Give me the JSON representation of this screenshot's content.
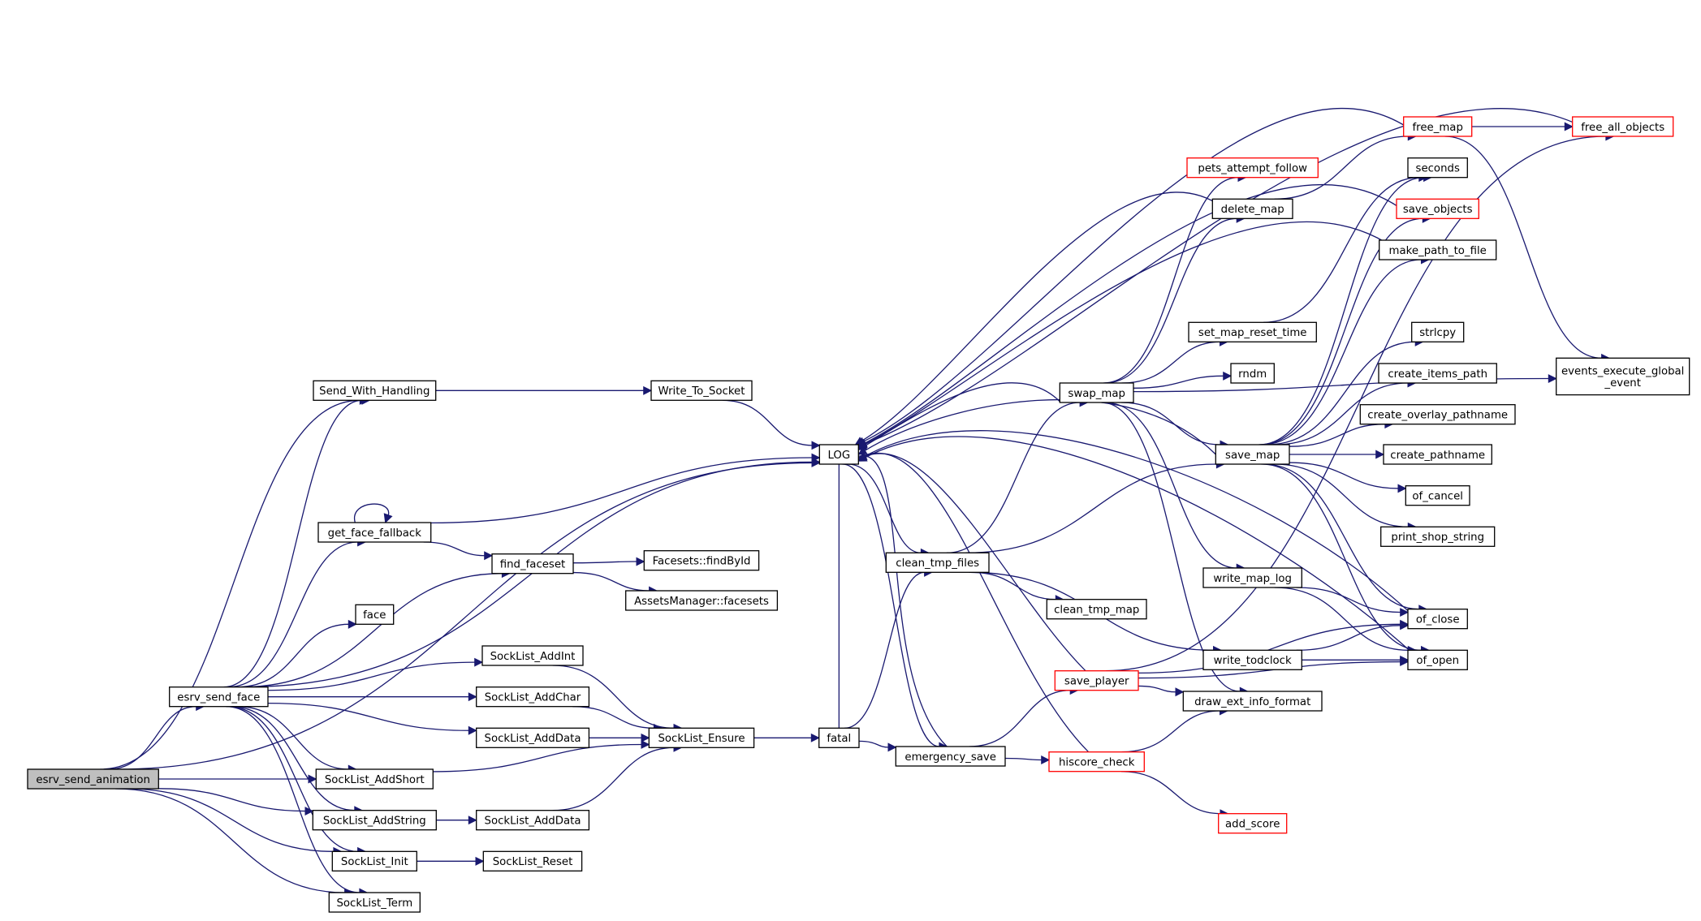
{
  "colors": {
    "edge": "#191970",
    "node_border": "#000000",
    "node_border_truncated": "#ff0000",
    "root_fill": "#bfbfbf",
    "node_fill": "#ffffff"
  },
  "nodes": [
    {
      "id": "esrv_send_animation",
      "label": "esrv_send_animation",
      "style": "root"
    },
    {
      "id": "esrv_send_face",
      "label": "esrv_send_face",
      "style": "normal"
    },
    {
      "id": "send_with_handling",
      "label": "Send_With_Handling",
      "style": "normal"
    },
    {
      "id": "write_to_socket",
      "label": "Write_To_Socket",
      "style": "normal"
    },
    {
      "id": "log",
      "label": "LOG",
      "style": "normal"
    },
    {
      "id": "get_face_fallback",
      "label": "get_face_fallback",
      "style": "normal"
    },
    {
      "id": "find_faceset",
      "label": "find_faceset",
      "style": "normal"
    },
    {
      "id": "facesets_findbyid",
      "label": "Facesets::findById",
      "style": "normal"
    },
    {
      "id": "assetsmanager_facesets",
      "label": "AssetsManager::facesets",
      "style": "normal"
    },
    {
      "id": "face",
      "label": "face",
      "style": "normal"
    },
    {
      "id": "socklist_addint",
      "label": "SockList_AddInt",
      "style": "normal"
    },
    {
      "id": "socklist_addchar",
      "label": "SockList_AddChar",
      "style": "normal"
    },
    {
      "id": "socklist_adddata_1",
      "label": "SockList_AddData",
      "style": "normal"
    },
    {
      "id": "socklist_addshort",
      "label": "SockList_AddShort",
      "style": "normal"
    },
    {
      "id": "socklist_addstring",
      "label": "SockList_AddString",
      "style": "normal"
    },
    {
      "id": "socklist_adddata_2",
      "label": "SockList_AddData",
      "style": "normal"
    },
    {
      "id": "socklist_init",
      "label": "SockList_Init",
      "style": "normal"
    },
    {
      "id": "socklist_reset",
      "label": "SockList_Reset",
      "style": "normal"
    },
    {
      "id": "socklist_term",
      "label": "SockList_Term",
      "style": "normal"
    },
    {
      "id": "socklist_ensure",
      "label": "SockList_Ensure",
      "style": "normal"
    },
    {
      "id": "fatal",
      "label": "fatal",
      "style": "normal"
    },
    {
      "id": "clean_tmp_files",
      "label": "clean_tmp_files",
      "style": "normal"
    },
    {
      "id": "emergency_save",
      "label": "emergency_save",
      "style": "normal"
    },
    {
      "id": "clean_tmp_map",
      "label": "clean_tmp_map",
      "style": "normal"
    },
    {
      "id": "swap_map",
      "label": "swap_map",
      "style": "normal"
    },
    {
      "id": "save_player",
      "label": "save_player",
      "style": "truncated"
    },
    {
      "id": "hiscore_check",
      "label": "hiscore_check",
      "style": "truncated"
    },
    {
      "id": "pets_attempt_follow",
      "label": "pets_attempt_follow",
      "style": "truncated"
    },
    {
      "id": "delete_map",
      "label": "delete_map",
      "style": "normal"
    },
    {
      "id": "set_map_reset_time",
      "label": "set_map_reset_time",
      "style": "normal"
    },
    {
      "id": "rndm",
      "label": "rndm",
      "style": "normal"
    },
    {
      "id": "save_map",
      "label": "save_map",
      "style": "normal"
    },
    {
      "id": "write_map_log",
      "label": "write_map_log",
      "style": "normal"
    },
    {
      "id": "write_todclock",
      "label": "write_todclock",
      "style": "normal"
    },
    {
      "id": "draw_ext_info_format",
      "label": "draw_ext_info_format",
      "style": "normal"
    },
    {
      "id": "add_score",
      "label": "add_score",
      "style": "truncated"
    },
    {
      "id": "free_map",
      "label": "free_map",
      "style": "truncated"
    },
    {
      "id": "seconds",
      "label": "seconds",
      "style": "normal"
    },
    {
      "id": "save_objects",
      "label": "save_objects",
      "style": "truncated"
    },
    {
      "id": "make_path_to_file",
      "label": "make_path_to_file",
      "style": "normal"
    },
    {
      "id": "strlcpy",
      "label": "strlcpy",
      "style": "normal"
    },
    {
      "id": "create_items_path",
      "label": "create_items_path",
      "style": "normal"
    },
    {
      "id": "create_overlay_pathname",
      "label": "create_overlay_pathname",
      "style": "normal"
    },
    {
      "id": "create_pathname",
      "label": "create_pathname",
      "style": "normal"
    },
    {
      "id": "of_cancel",
      "label": "of_cancel",
      "style": "normal"
    },
    {
      "id": "print_shop_string",
      "label": "print_shop_string",
      "style": "normal"
    },
    {
      "id": "of_close",
      "label": "of_close",
      "style": "normal"
    },
    {
      "id": "of_open",
      "label": "of_open",
      "style": "normal"
    },
    {
      "id": "free_all_objects",
      "label": "free_all_objects",
      "style": "truncated"
    },
    {
      "id": "events_execute_global_event",
      "label": "events_execute_global_event",
      "style": "normal",
      "lines": [
        "events_execute_global",
        "_event"
      ]
    }
  ],
  "edges": [
    [
      "esrv_send_animation",
      "esrv_send_face"
    ],
    [
      "esrv_send_animation",
      "send_with_handling"
    ],
    [
      "esrv_send_animation",
      "log"
    ],
    [
      "esrv_send_animation",
      "socklist_addshort"
    ],
    [
      "esrv_send_animation",
      "socklist_addstring"
    ],
    [
      "esrv_send_animation",
      "socklist_init"
    ],
    [
      "esrv_send_animation",
      "socklist_term"
    ],
    [
      "esrv_send_face",
      "send_with_handling"
    ],
    [
      "esrv_send_face",
      "log"
    ],
    [
      "esrv_send_face",
      "get_face_fallback"
    ],
    [
      "esrv_send_face",
      "find_faceset"
    ],
    [
      "esrv_send_face",
      "face"
    ],
    [
      "esrv_send_face",
      "socklist_addint"
    ],
    [
      "esrv_send_face",
      "socklist_addchar"
    ],
    [
      "esrv_send_face",
      "socklist_adddata_1"
    ],
    [
      "esrv_send_face",
      "socklist_addshort"
    ],
    [
      "esrv_send_face",
      "socklist_addstring"
    ],
    [
      "esrv_send_face",
      "socklist_init"
    ],
    [
      "esrv_send_face",
      "socklist_term"
    ],
    [
      "send_with_handling",
      "write_to_socket"
    ],
    [
      "write_to_socket",
      "log"
    ],
    [
      "get_face_fallback",
      "get_face_fallback"
    ],
    [
      "get_face_fallback",
      "log"
    ],
    [
      "get_face_fallback",
      "find_faceset"
    ],
    [
      "find_faceset",
      "facesets_findbyid"
    ],
    [
      "find_faceset",
      "assetsmanager_facesets"
    ],
    [
      "socklist_addint",
      "socklist_ensure"
    ],
    [
      "socklist_addchar",
      "socklist_ensure"
    ],
    [
      "socklist_adddata_1",
      "socklist_ensure"
    ],
    [
      "socklist_addshort",
      "socklist_ensure"
    ],
    [
      "socklist_addstring",
      "socklist_adddata_2"
    ],
    [
      "socklist_adddata_2",
      "socklist_ensure"
    ],
    [
      "socklist_init",
      "socklist_reset"
    ],
    [
      "socklist_ensure",
      "fatal"
    ],
    [
      "fatal",
      "clean_tmp_files"
    ],
    [
      "fatal",
      "emergency_save"
    ],
    [
      "fatal",
      "log"
    ],
    [
      "log",
      "clean_tmp_files"
    ],
    [
      "log",
      "emergency_save"
    ],
    [
      "clean_tmp_files",
      "swap_map"
    ],
    [
      "clean_tmp_files",
      "save_map"
    ],
    [
      "clean_tmp_files",
      "clean_tmp_map"
    ],
    [
      "clean_tmp_files",
      "write_todclock"
    ],
    [
      "emergency_save",
      "save_player"
    ],
    [
      "emergency_save",
      "hiscore_check"
    ],
    [
      "emergency_save",
      "log"
    ],
    [
      "swap_map",
      "log"
    ],
    [
      "swap_map",
      "pets_attempt_follow"
    ],
    [
      "swap_map",
      "delete_map"
    ],
    [
      "swap_map",
      "set_map_reset_time"
    ],
    [
      "swap_map",
      "rndm"
    ],
    [
      "swap_map",
      "save_map"
    ],
    [
      "swap_map",
      "write_map_log"
    ],
    [
      "swap_map",
      "draw_ext_info_format"
    ],
    [
      "swap_map",
      "events_execute_global_event"
    ],
    [
      "delete_map",
      "free_map"
    ],
    [
      "delete_map",
      "log"
    ],
    [
      "set_map_reset_time",
      "seconds"
    ],
    [
      "save_map",
      "log"
    ],
    [
      "save_map",
      "seconds"
    ],
    [
      "save_map",
      "save_objects"
    ],
    [
      "save_map",
      "make_path_to_file"
    ],
    [
      "save_map",
      "strlcpy"
    ],
    [
      "save_map",
      "create_items_path"
    ],
    [
      "save_map",
      "create_overlay_pathname"
    ],
    [
      "save_map",
      "create_pathname"
    ],
    [
      "save_map",
      "of_cancel"
    ],
    [
      "save_map",
      "print_shop_string"
    ],
    [
      "save_map",
      "of_close"
    ],
    [
      "save_map",
      "of_open"
    ],
    [
      "write_map_log",
      "of_close"
    ],
    [
      "write_map_log",
      "of_open"
    ],
    [
      "write_todclock",
      "of_close"
    ],
    [
      "write_todclock",
      "of_open"
    ],
    [
      "save_player",
      "log"
    ],
    [
      "save_player",
      "free_all_objects"
    ],
    [
      "save_player",
      "draw_ext_info_format"
    ],
    [
      "save_player",
      "of_close"
    ],
    [
      "save_player",
      "of_open"
    ],
    [
      "hiscore_check",
      "draw_ext_info_format"
    ],
    [
      "hiscore_check",
      "add_score"
    ],
    [
      "hiscore_check",
      "log"
    ],
    [
      "free_map",
      "free_all_objects"
    ],
    [
      "free_map",
      "events_execute_global_event"
    ],
    [
      "free_map",
      "log"
    ],
    [
      "free_all_objects",
      "log"
    ],
    [
      "save_objects",
      "log"
    ],
    [
      "make_path_to_file",
      "log"
    ],
    [
      "of_close",
      "log"
    ],
    [
      "of_open",
      "log"
    ]
  ]
}
